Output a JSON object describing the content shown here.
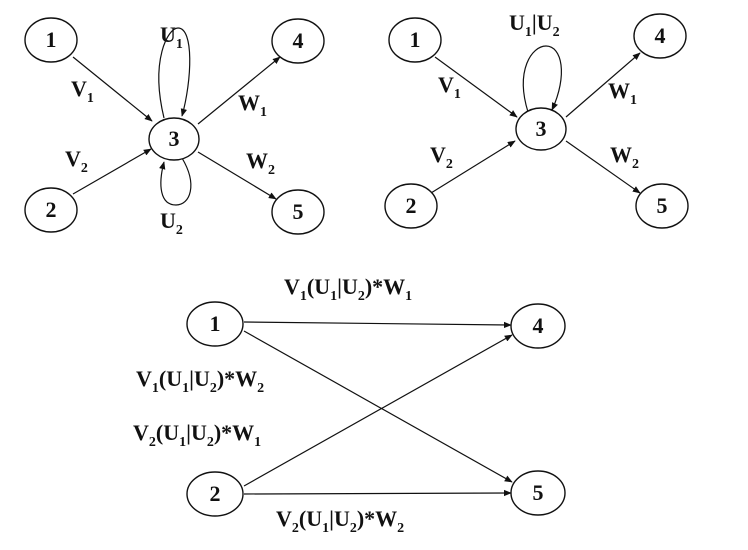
{
  "diagrams": {
    "left": {
      "nodes": {
        "n1": "1",
        "n2": "2",
        "n3": "3",
        "n4": "4",
        "n5": "5"
      },
      "labels": {
        "u1": {
          "base": "U",
          "sub": "1"
        },
        "u2": {
          "base": "U",
          "sub": "2"
        },
        "v1": {
          "base": "V",
          "sub": "1"
        },
        "v2": {
          "base": "V",
          "sub": "2"
        },
        "w1": {
          "base": "W",
          "sub": "1"
        },
        "w2": {
          "base": "W",
          "sub": "2"
        }
      }
    },
    "right": {
      "nodes": {
        "n1": "1",
        "n2": "2",
        "n3": "3",
        "n4": "4",
        "n5": "5"
      },
      "labels": {
        "loop": {
          "a": "U",
          "a_sub": "1",
          "sep": "|",
          "b": "U",
          "b_sub": "2"
        },
        "v1": {
          "base": "V",
          "sub": "1"
        },
        "v2": {
          "base": "V",
          "sub": "2"
        },
        "w1": {
          "base": "W",
          "sub": "1"
        },
        "w2": {
          "base": "W",
          "sub": "2"
        }
      }
    },
    "bottom": {
      "nodes": {
        "n1": "1",
        "n2": "2",
        "n4": "4",
        "n5": "5"
      },
      "labels": {
        "e14": {
          "p1": "V",
          "s1": "1",
          "p2": "(U",
          "s2": "1",
          "p3": "|U",
          "s3": "2",
          "p4": ")*W",
          "s4": "1"
        },
        "e15": {
          "p1": "V",
          "s1": "1",
          "p2": "(U",
          "s2": "1",
          "p3": "|U",
          "s3": "2",
          "p4": ")*W",
          "s4": "2"
        },
        "e24": {
          "p1": "V",
          "s1": "2",
          "p2": "(U",
          "s2": "1",
          "p3": "|U",
          "s3": "2",
          "p4": ")*W",
          "s4": "1"
        },
        "e25": {
          "p1": "V",
          "s1": "2",
          "p2": "(U",
          "s2": "1",
          "p3": "|U",
          "s3": "2",
          "p4": ")*W",
          "s4": "2"
        }
      }
    }
  }
}
